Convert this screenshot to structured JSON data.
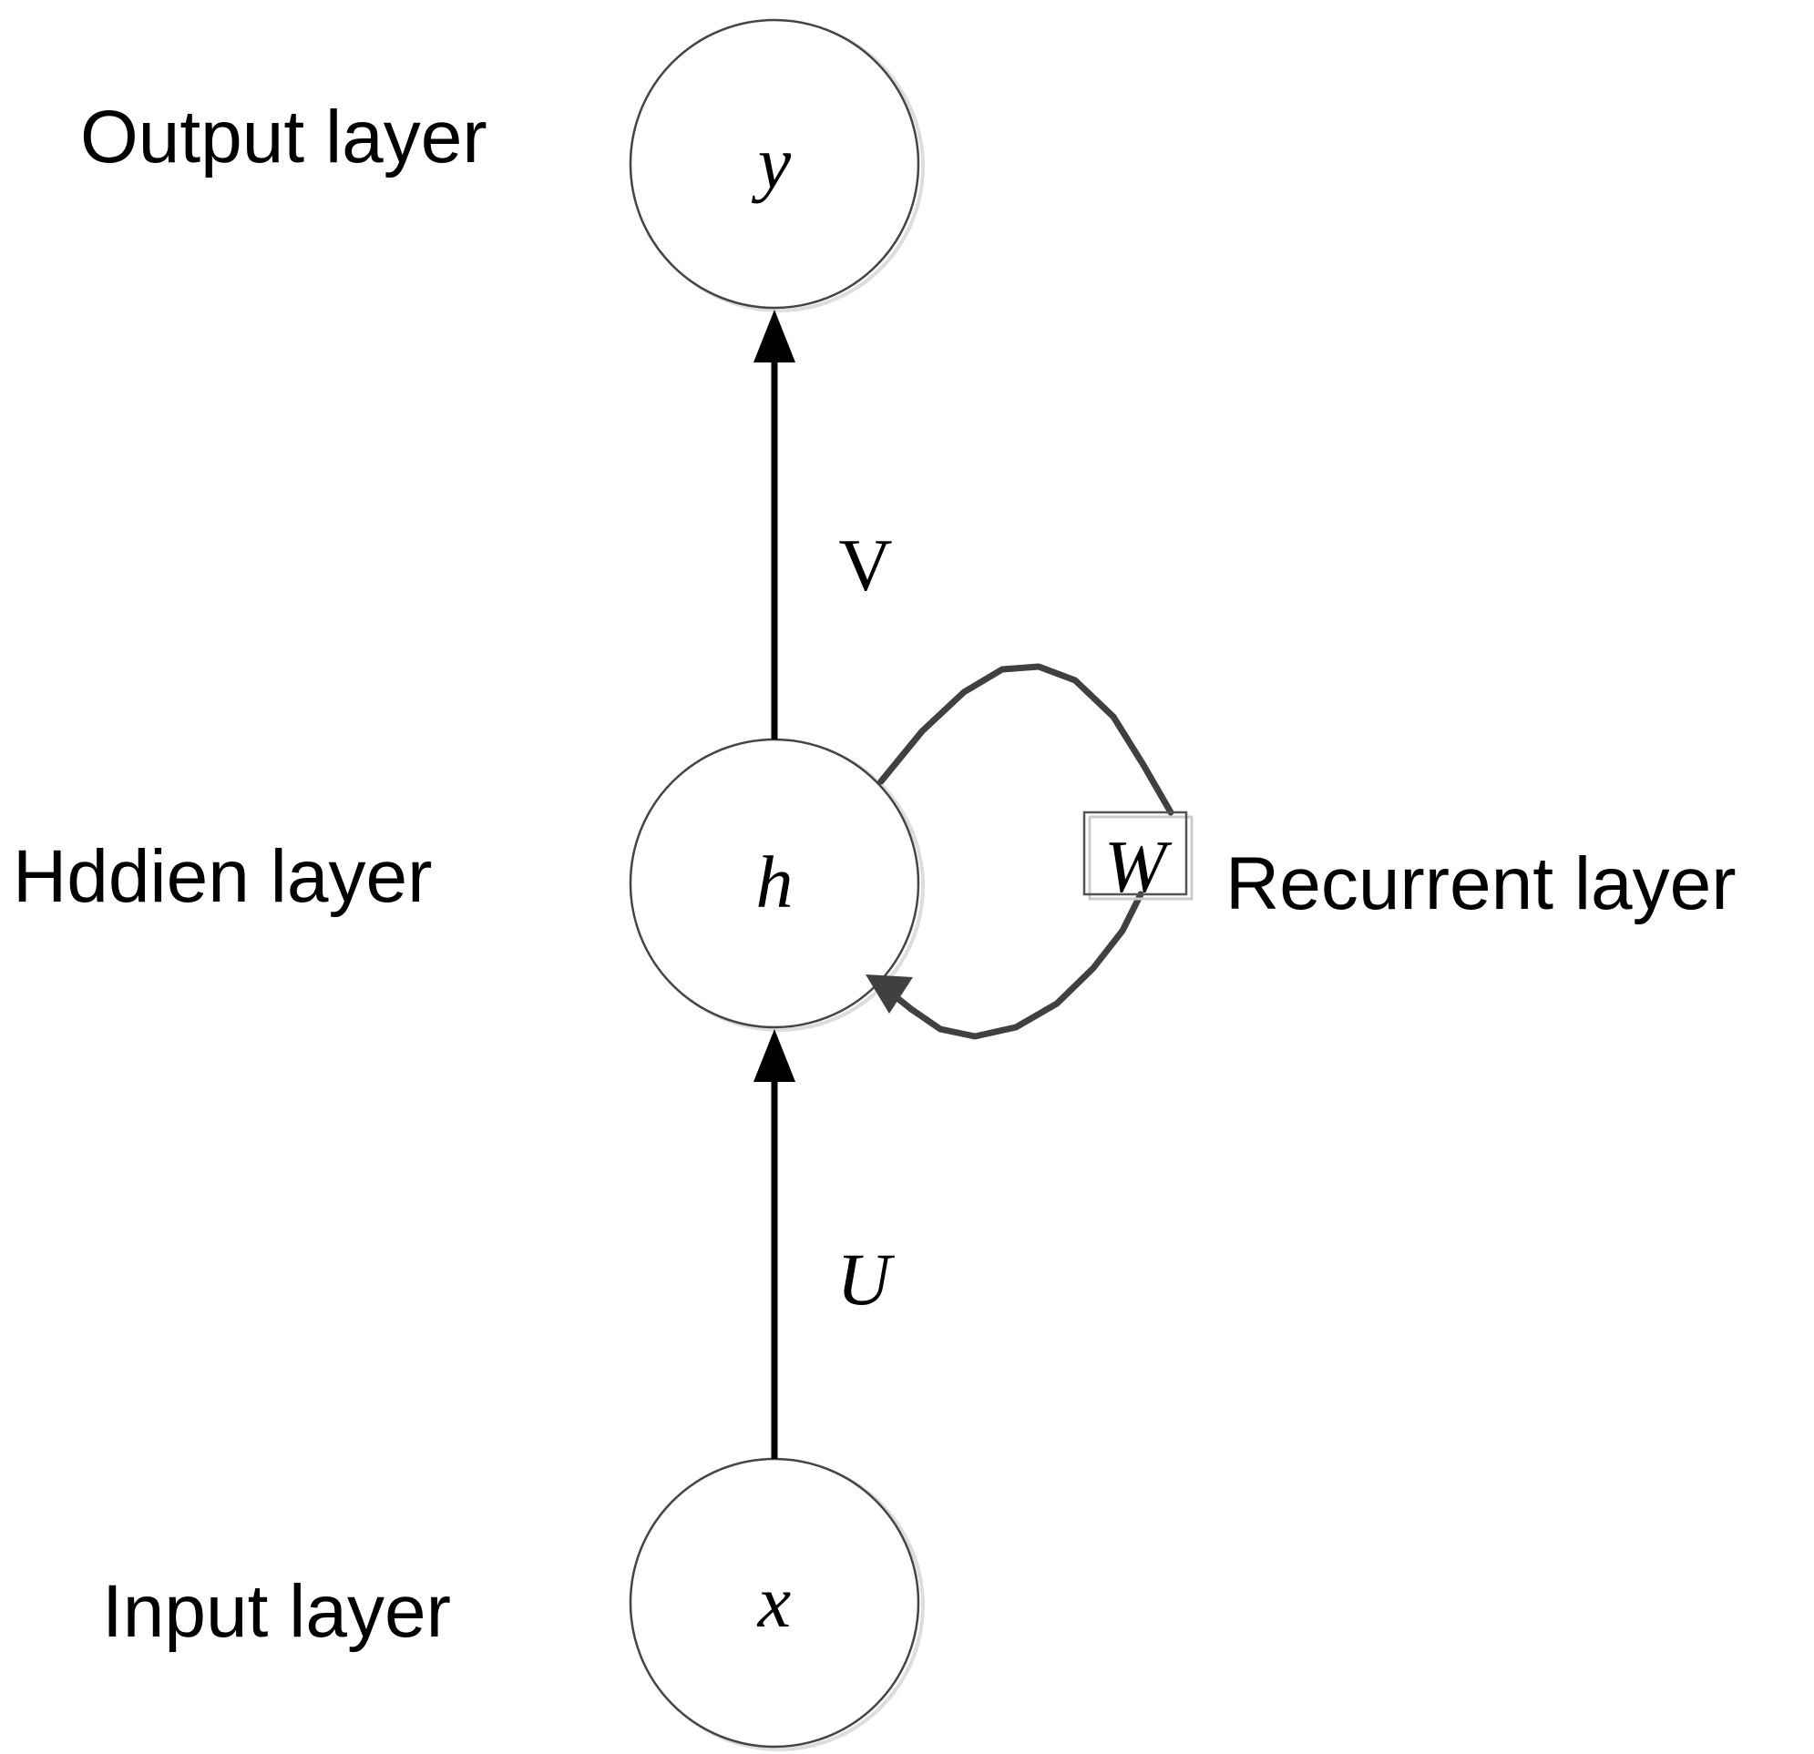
{
  "layers": {
    "output": "Output layer",
    "hidden": "Hddien layer",
    "input": "Input layer",
    "recurrent": "Recurrent layer"
  },
  "nodes": {
    "y": "y",
    "h": "h",
    "x": "x"
  },
  "weights": {
    "v": "V",
    "u": "U",
    "w": "W"
  }
}
